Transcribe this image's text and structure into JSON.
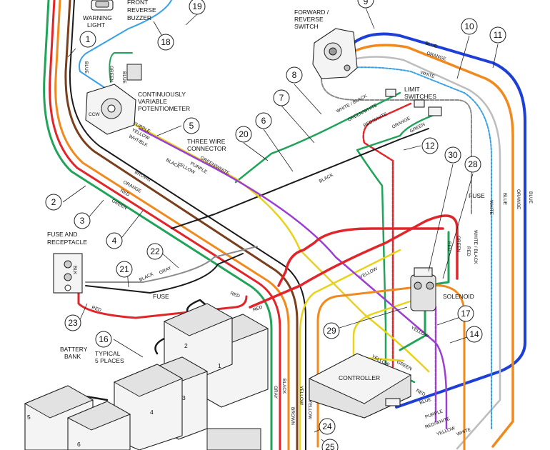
{
  "labels": {
    "warning_light": [
      "WARNING",
      "LIGHT"
    ],
    "front_reverse_buzzer": [
      "FRONT",
      "REVERSE",
      "BUZZER"
    ],
    "forward_reverse_switch": [
      "FORWARD /",
      "REVERSE",
      "SWITCH"
    ],
    "potentiometer": [
      "CONTINUOUSLY",
      "VARIABLE",
      "POTENTIOMETER"
    ],
    "three_wire_connector": [
      "THREE WIRE",
      "CONNECTOR"
    ],
    "limit_switches": [
      "LIMIT",
      "SWITCHES"
    ],
    "fuse_and_receptacle": [
      "FUSE AND",
      "RECEPTACLE"
    ],
    "battery_bank": [
      "BATTERY",
      "BANK"
    ],
    "typical_places": [
      "TYPICAL",
      "5 PLACES"
    ],
    "controller": "CONTROLLER",
    "solenoid": "SOLENOID",
    "fuse_top": "FUSE",
    "fuse_left": "FUSE",
    "ccw": "CCW"
  },
  "callouts": [
    "1",
    "2",
    "3",
    "4",
    "5",
    "6",
    "7",
    "8",
    "9",
    "10",
    "11",
    "12",
    "14",
    "16",
    "17",
    "18",
    "19",
    "20",
    "21",
    "22",
    "23",
    "24",
    "25",
    "28",
    "29",
    "30"
  ],
  "battery_numbers": [
    "1",
    "2",
    "3",
    "4",
    "5",
    "6"
  ],
  "wire_labels": {
    "blue": "BLUE",
    "orange": "ORANGE",
    "white": "WHITE",
    "white_black": "WHITE / BLACK",
    "green_white": "GREEN/WHITE",
    "red_white": "RED/WHITE",
    "green": "GREEN",
    "black": "BLACK",
    "brown": "BROWN",
    "red": "RED",
    "gray": "GRAY",
    "yellow": "YELLOW",
    "purple": "PURPLE",
    "wht_blk": "WHT/BLK",
    "purple_white": "PURPLE/WHITE",
    "red_white_2": "RED/WHITE",
    "blk": "BLK"
  },
  "wire_colors": {
    "blue": "#1e3fd6",
    "orange": "#f08a1e",
    "white": "#bdbdbd",
    "green": "#22a35a",
    "red": "#e0262b",
    "brown": "#7a3f1d",
    "black": "#1a1a1a",
    "gray": "#8c8c8c",
    "yellow": "#e9d21a",
    "purple": "#9b3fd1",
    "light_blue": "#3aa0e6"
  }
}
